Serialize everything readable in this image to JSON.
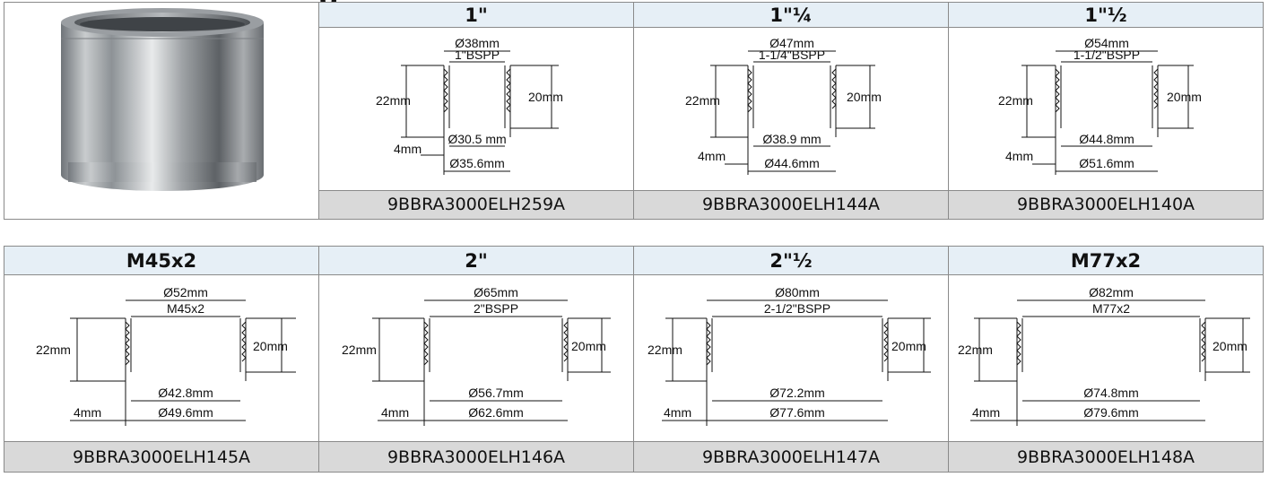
{
  "top_title_fragment": "g",
  "row1": [
    {
      "header": "1\"",
      "code": "9BBRA3000ELH259A",
      "dims": {
        "top": "Ø38mm",
        "thread": "1\"BSPP",
        "height": "22mm",
        "thread_height": "20mm",
        "inner": "Ø30.5 mm",
        "outer": "Ø35.6mm",
        "lip": "4mm"
      }
    },
    {
      "header": "1\"¼",
      "code": "9BBRA3000ELH144A",
      "dims": {
        "top": "Ø47mm",
        "thread": "1-1/4\"BSPP",
        "height": "22mm",
        "thread_height": "20mm",
        "inner": "Ø38.9 mm",
        "outer": "Ø44.6mm",
        "lip": "4mm"
      }
    },
    {
      "header": "1\"½",
      "code": "9BBRA3000ELH140A",
      "dims": {
        "top": "Ø54mm",
        "thread": "1-1/2\"BSPP",
        "height": "22mm",
        "thread_height": "20mm",
        "inner": "Ø44.8mm",
        "outer": "Ø51.6mm",
        "lip": "4mm"
      }
    }
  ],
  "row2": [
    {
      "header": "M45x2",
      "code": "9BBRA3000ELH145A",
      "dims": {
        "top": "Ø52mm",
        "thread": "M45x2",
        "height": "22mm",
        "thread_height": "20mm",
        "inner": "Ø42.8mm",
        "outer": "Ø49.6mm",
        "lip": "4mm"
      }
    },
    {
      "header": "2\"",
      "code": "9BBRA3000ELH146A",
      "dims": {
        "top": "Ø65mm",
        "thread": "2\"BSPP",
        "height": "22mm",
        "thread_height": "20mm",
        "inner": "Ø56.7mm",
        "outer": "Ø62.6mm",
        "lip": "4mm"
      }
    },
    {
      "header": "2\"½",
      "code": "9BBRA3000ELH147A",
      "dims": {
        "top": "Ø80mm",
        "thread": "2-1/2\"BSPP",
        "height": "22mm",
        "thread_height": "20mm",
        "inner": "Ø72.2mm",
        "outer": "Ø77.6mm",
        "lip": "4mm"
      }
    },
    {
      "header": "M77x2",
      "code": "9BBRA3000ELH148A",
      "dims": {
        "top": "Ø82mm",
        "thread": "M77x2",
        "height": "22mm",
        "thread_height": "20mm",
        "inner": "Ø74.8mm",
        "outer": "Ø79.6mm",
        "lip": "4mm"
      }
    }
  ]
}
